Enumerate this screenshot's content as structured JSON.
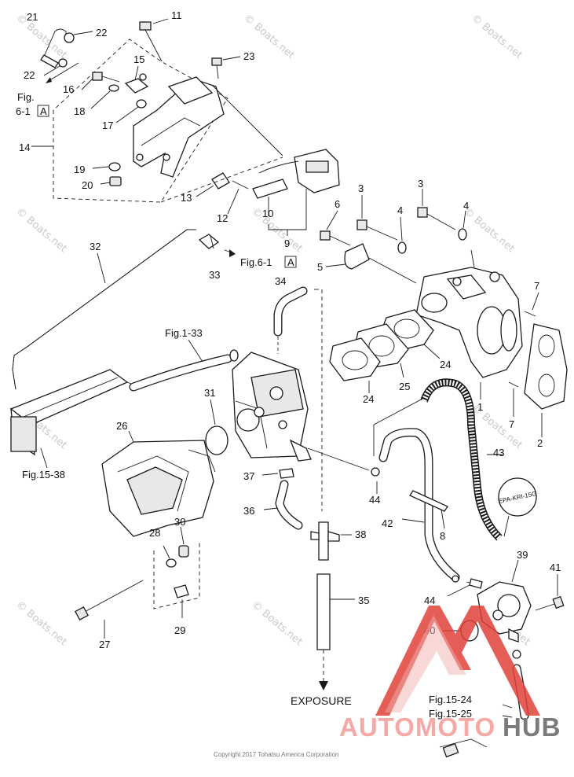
{
  "callouts": {
    "n1": "1",
    "n2": "2",
    "n3a": "3",
    "n3b": "3",
    "n4a": "4",
    "n4b": "4",
    "n5": "5",
    "n6": "6",
    "n7a": "7",
    "n7b": "7",
    "n8": "8",
    "n9": "9",
    "n10": "10",
    "n11": "11",
    "n12": "12",
    "n13": "13",
    "n14": "14",
    "n15": "15",
    "n16": "16",
    "n17": "17",
    "n18": "18",
    "n19": "19",
    "n20": "20",
    "n21": "21",
    "n22a": "22",
    "n22b": "22",
    "n23": "23",
    "n24a": "24",
    "n24b": "24",
    "n25": "25",
    "n26": "26",
    "n27": "27",
    "n28": "28",
    "n29": "29",
    "n30": "30",
    "n31": "31",
    "n32": "32",
    "n33": "33",
    "n34": "34",
    "n35": "35",
    "n36": "36",
    "n37": "37",
    "n38": "38",
    "n39": "39",
    "n40": "40",
    "n41": "41",
    "n42": "42",
    "n43": "43",
    "n44a": "44",
    "n44b": "44"
  },
  "references": {
    "fig6_1_top": "Fig.",
    "fig6_1_top_b": "6-1",
    "fig6_1_box": "A",
    "fig6_1_mid": "Fig.6-1",
    "fig6_1_mid_box": "A",
    "fig1_33": "Fig.1-33",
    "fig15_38": "Fig.15-38",
    "fig15_24": "Fig.15-24",
    "fig15_25": "Fig.15-25",
    "exposure": "EXPOSURE",
    "epa_tag": "EPA-KRI-15G"
  },
  "watermark": "© Boats.net",
  "copyright": "Copyright 2017 Tohatsu America Corporation",
  "logo": {
    "part1": "AUTOMOTO",
    "part2": "HUB",
    "accent_color": "#e0413a",
    "text_color": "#7b7b7b"
  }
}
